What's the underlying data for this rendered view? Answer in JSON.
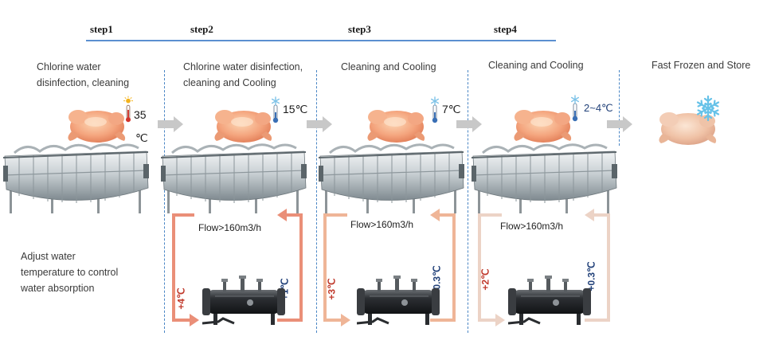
{
  "steps": [
    "step1",
    "step2",
    "step3",
    "step4"
  ],
  "stages": [
    {
      "title_line1": "Chlorine water",
      "title_line2": "disinfection, cleaning",
      "temp_main": "35",
      "temp_unit": "℃"
    },
    {
      "title_line1": "Chlorine water disinfection,",
      "title_line2": "cleaning and Cooling",
      "temp": "15℃"
    },
    {
      "title": "Cleaning and Cooling",
      "temp": "7℃"
    },
    {
      "title": "Cleaning and Cooling",
      "temp": "2~4℃"
    },
    {
      "title": "Fast Frozen and Store"
    }
  ],
  "note": {
    "line1": "Adjust water",
    "line2": "temperature to control",
    "line3": "water absorption"
  },
  "loops": [
    {
      "flow": "Flow>160m3/h",
      "in_temp": "+4℃",
      "out_temp": "+1℃"
    },
    {
      "flow": "Flow>160m3/h",
      "in_temp": "+3℃",
      "out_temp": "+0.3℃"
    },
    {
      "flow": "Flow>160m3/h",
      "in_temp": "+2℃",
      "out_temp": "+0.3℃"
    }
  ],
  "colors": {
    "step_line": "#5b8fd0",
    "divider": "#4a86c5",
    "loop_colors": [
      "#ea8f78",
      "#efb597",
      "#ecd3c6"
    ],
    "hot_text": "#c0392b",
    "cold_text": "#23427a",
    "arrow_gray": "#c8c8c8"
  },
  "icons": {
    "stage1": "thermometer-sun-icon",
    "stage2_4": "thermometer-snowflake-icon",
    "stage5": "snowflake-icon"
  }
}
